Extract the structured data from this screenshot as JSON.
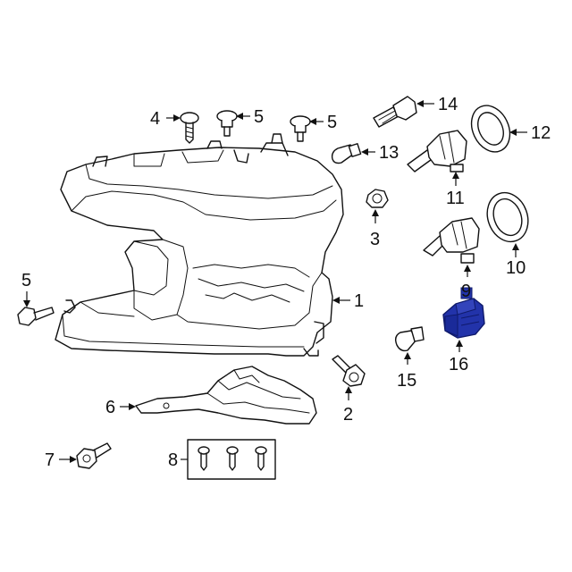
{
  "callouts": {
    "c1": "1",
    "c2": "2",
    "c3": "3",
    "c4": "4",
    "c5a": "5",
    "c5b": "5",
    "c5c": "5",
    "c6": "6",
    "c7": "7",
    "c8": "8",
    "c9": "9",
    "c10": "10",
    "c11": "11",
    "c12": "12",
    "c13": "13",
    "c14": "14",
    "c15": "15",
    "c16": "16"
  },
  "colors": {
    "line": "#111111",
    "highlight_part": "#2233aa",
    "highlight_dark": "#0f1a6b",
    "background": "#ffffff"
  },
  "highlighted_part": "16"
}
